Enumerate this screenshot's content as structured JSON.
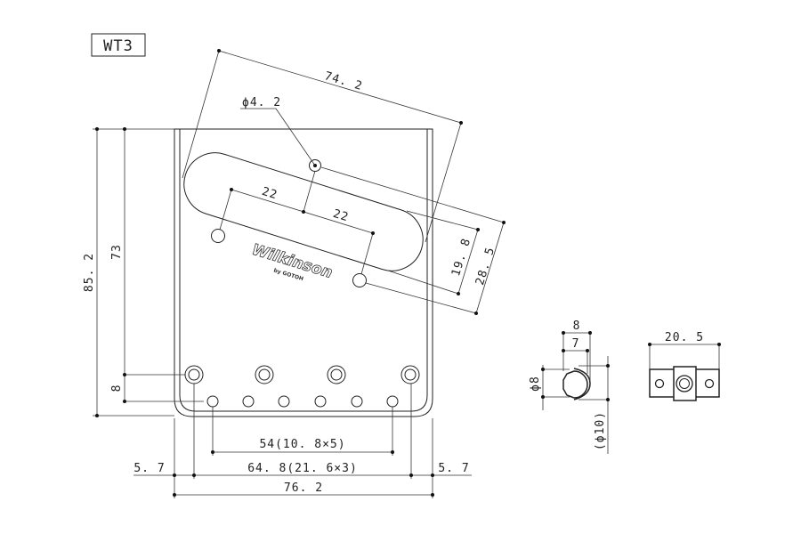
{
  "title": "WT3",
  "dimensions": {
    "diag_length": "74. 2",
    "hole_dia": "ϕ4. 2",
    "spacing_a": "22",
    "spacing_b": "22",
    "offset_a": "19. 8",
    "offset_b": "28. 5",
    "total_height": "85. 2",
    "slot_height": "73",
    "bottom_gap": "8",
    "string_spacing": "54(10. 8×5)",
    "saddle_spacing": "64. 8(21. 6×3)",
    "edge_left": "5. 7",
    "edge_right": "5. 7",
    "total_width": "76. 2",
    "saddle_width_outer": "8",
    "saddle_width_inner": "7",
    "saddle_dia": "ϕ8",
    "saddle_dia_outer": "(ϕ10)",
    "bracket_width": "20. 5"
  },
  "logo": {
    "brand": "Wilkinson",
    "sub": "by GOTOH"
  }
}
